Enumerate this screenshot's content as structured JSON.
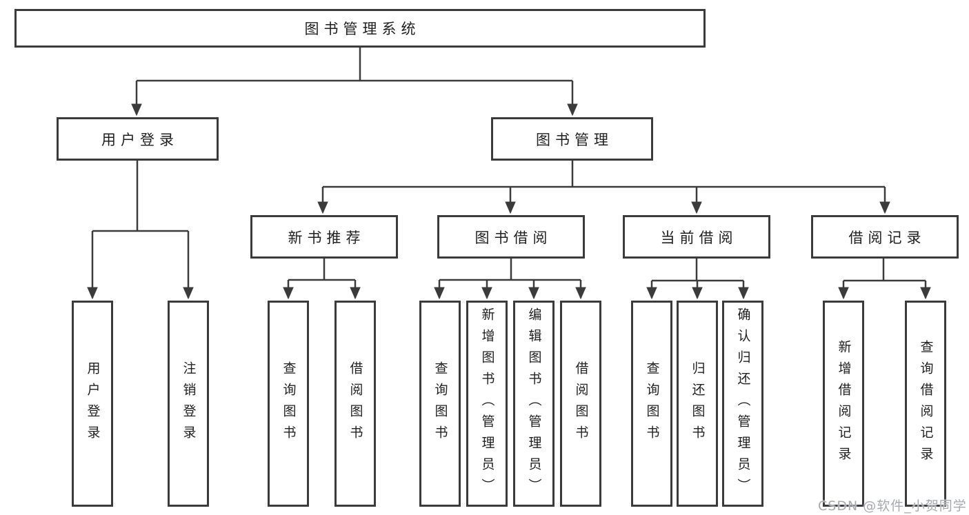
{
  "diagram": {
    "title_hint": "library management system function structure",
    "colors": {
      "line": "#3b3b3b",
      "box_border": "#3b3b3b",
      "box_fill": "#ffffff",
      "text": "#1f1f1f",
      "watermark": "#a6aaaf",
      "background": "#ffffff"
    },
    "tree": {
      "label": "图书管理系统",
      "children": [
        {
          "label": "用户登录",
          "children": [
            {
              "label": "用户登录"
            },
            {
              "label": "注销登录"
            }
          ]
        },
        {
          "label": "图书管理",
          "children": [
            {
              "label": "新书推荐",
              "children": [
                {
                  "label": "查询图书"
                },
                {
                  "label": "借阅图书"
                }
              ]
            },
            {
              "label": "图书借阅",
              "children": [
                {
                  "label": "查询图书"
                },
                {
                  "label": "新增图书（管理员）"
                },
                {
                  "label": "编辑图书（管理员）"
                },
                {
                  "label": "借阅图书"
                }
              ]
            },
            {
              "label": "当前借阅",
              "children": [
                {
                  "label": "查询图书"
                },
                {
                  "label": "归还图书"
                },
                {
                  "label": "确认归还（管理员）"
                }
              ]
            },
            {
              "label": "借阅记录",
              "children": [
                {
                  "label": "新增借阅记录"
                },
                {
                  "label": "查询借阅记录"
                }
              ]
            }
          ]
        }
      ]
    },
    "watermark": {
      "text": "CSDN @软件_小贺同学"
    }
  }
}
